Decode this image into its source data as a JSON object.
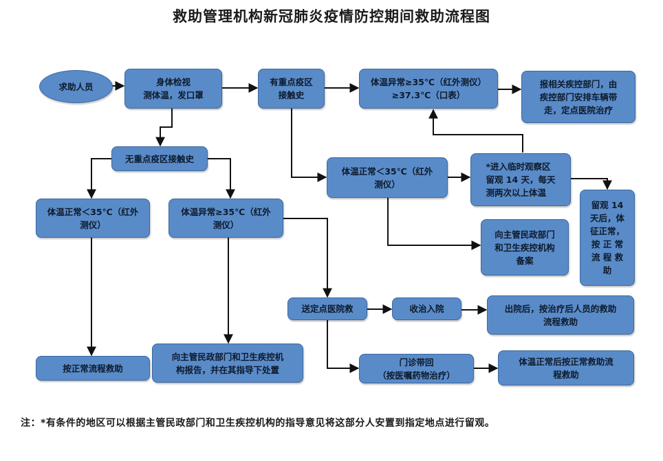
{
  "title": "救助管理机构新冠肺炎疫情防控期间救助流程图",
  "colors": {
    "node_fill": "#5a8bc9",
    "node_border": "#3a679f",
    "arrow": "#111111"
  },
  "nodes": {
    "seeker": "求助人员",
    "check_temp": "身体检视\n测体温，发口罩",
    "has_contact": "有重点疫区\n接触史",
    "abnormal_temp_contact": "体温异常≥35℃（红外测仪）\n≥37.3℃（口表）",
    "report_cdc": "报相关疾控部门，由\n疾控部门安排车辆带\n走，定点医院治疗",
    "no_contact": "无重点疫区接触史",
    "normal_temp_contact": "体温正常＜35℃（红外\n测仪）",
    "observe": "*进入临时观察区\n留观 14 天，每天\n测两次以上体温",
    "after_observe": "留观 14\n天后，体\n征正常，\n按 正 常\n流 程 救\n助",
    "normal_temp_no_contact": "体温正常＜35℃（红外\n测仪）",
    "abnormal_temp_no_contact": "体温异常≥35℃（红外\n测仪）",
    "file_record": "向主管民政部门\n和卫生疾控机构\n备案",
    "send_hospital": "送定点医院救",
    "admitted": "收治入院",
    "after_discharge": "出院后，按治疗后人员的救助\n流程救助",
    "normal_rescue": "按正常流程救助",
    "report_guidance": "向主管民政部门和卫生疾控机\n构报告，并在其指导下处置",
    "outpatient": "门诊带回\n（按医嘱药物治疗）",
    "normal_after": "体温正常后按正常救助流\n程救助"
  },
  "footnote": "注：*有条件的地区可以根据主管民政部门和卫生疾控机构的指导意见将这部分人安置到指定地点进行留观。"
}
